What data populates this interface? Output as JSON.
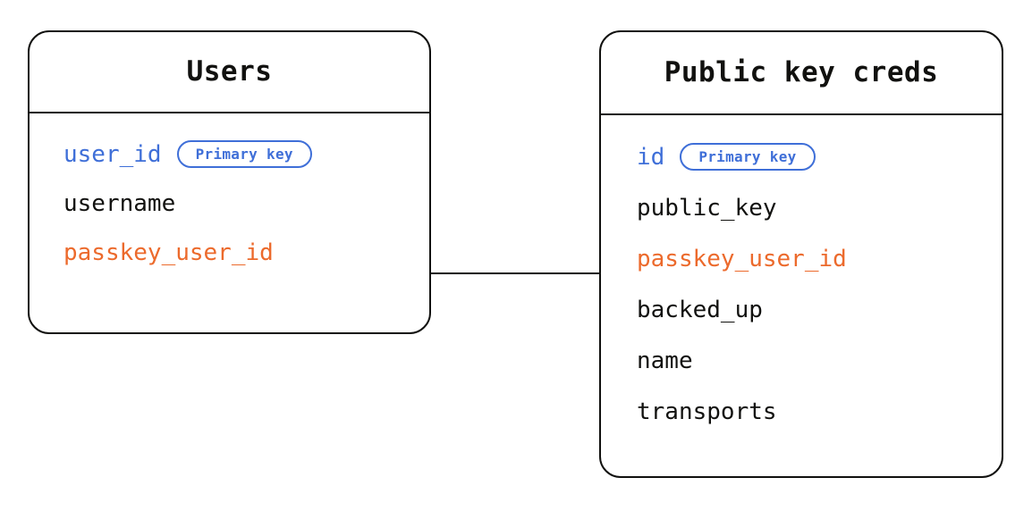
{
  "diagram": {
    "type": "entity-relationship",
    "background_color": "#ffffff",
    "line_color": "#11110f",
    "accent_colors": {
      "primary_key": "#3f6fd8",
      "foreign_key": "#ec6a2c",
      "text": "#11110f"
    },
    "entities": [
      {
        "id": "users",
        "title": "Users",
        "fields": [
          {
            "name": "user_id",
            "role": "pk",
            "badge": "Primary key"
          },
          {
            "name": "username",
            "role": "plain",
            "badge": null
          },
          {
            "name": "passkey_user_id",
            "role": "fk",
            "badge": null
          }
        ]
      },
      {
        "id": "public_key_creds",
        "title": "Public key creds",
        "fields": [
          {
            "name": "id",
            "role": "pk",
            "badge": "Primary key"
          },
          {
            "name": "public_key",
            "role": "plain",
            "badge": null
          },
          {
            "name": "passkey_user_id",
            "role": "fk",
            "badge": null
          },
          {
            "name": "backed_up",
            "role": "plain",
            "badge": null
          },
          {
            "name": "name",
            "role": "plain",
            "badge": null
          },
          {
            "name": "transports",
            "role": "plain",
            "badge": null
          }
        ]
      }
    ],
    "relationships": [
      {
        "id": "users-to-public-key-creds",
        "from": "users.passkey_user_id",
        "to": "public_key_creds.passkey_user_id",
        "style": "solid"
      }
    ]
  }
}
